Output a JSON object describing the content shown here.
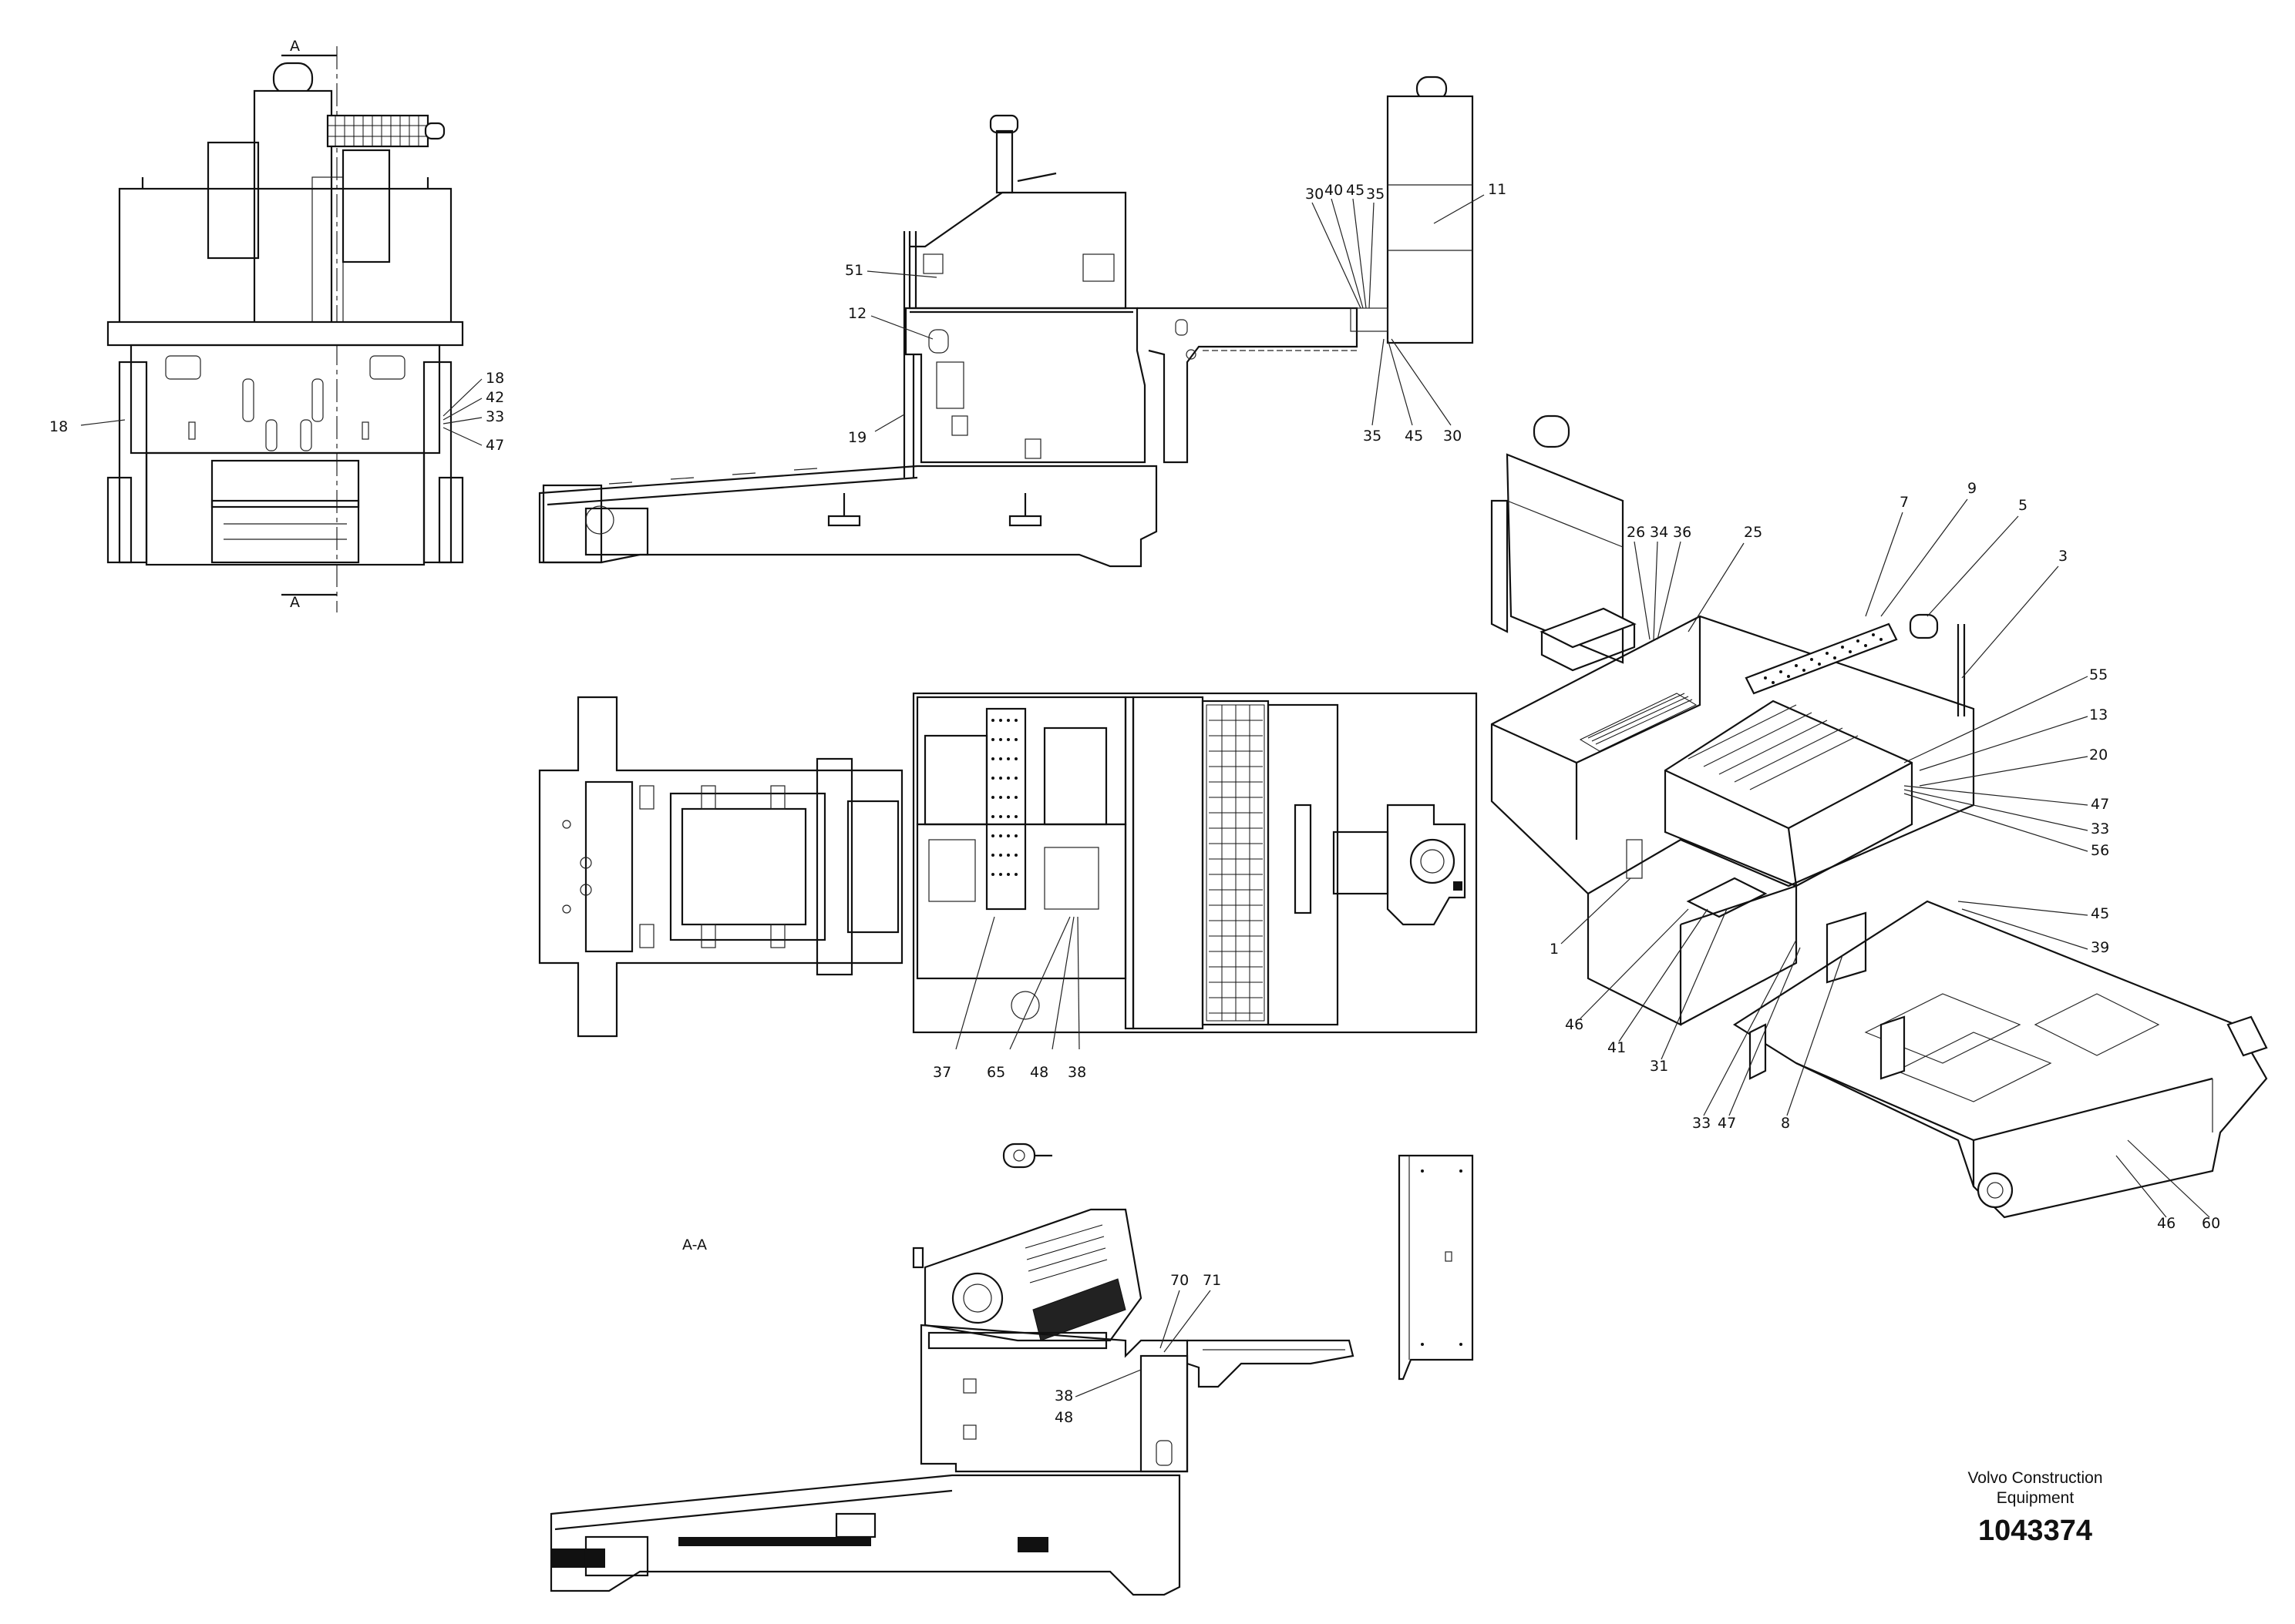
{
  "title_block": {
    "company_line1": "Volvo Construction",
    "company_line2": "Equipment",
    "drawing_number": "1043374"
  },
  "section": {
    "cut_letter_top": "A",
    "cut_letter_bottom": "A",
    "section_label": "A-A"
  },
  "views": {
    "front_view": {
      "callouts": [
        "18",
        "18",
        "42",
        "33",
        "47"
      ]
    },
    "side_view": {
      "callouts": [
        "51",
        "12",
        "19",
        "30",
        "40",
        "45",
        "35",
        "11",
        "35",
        "45",
        "30"
      ]
    },
    "top_view": {
      "callouts": [
        "37",
        "65",
        "48",
        "38"
      ]
    },
    "section_view": {
      "callouts": [
        "70",
        "71",
        "38",
        "48"
      ]
    },
    "isometric_view": {
      "callouts": [
        "26",
        "34",
        "36",
        "25",
        "7",
        "9",
        "5",
        "3",
        "55",
        "13",
        "20",
        "47",
        "33",
        "56",
        "45",
        "39",
        "1",
        "46",
        "41",
        "31",
        "33",
        "47",
        "8",
        "46",
        "60"
      ]
    }
  }
}
